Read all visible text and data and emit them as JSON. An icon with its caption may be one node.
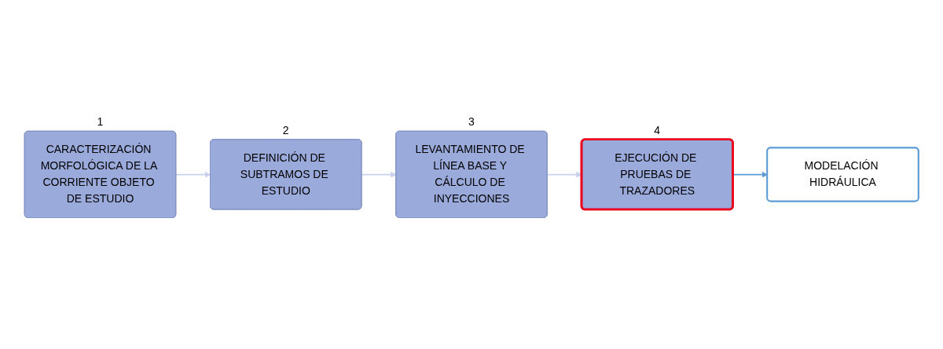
{
  "diagram": {
    "nodes": [
      {
        "text": [
          "CARACTERIZACIÓN MORFOLÓGICA DE LA CORRIENTE OBJETO DE ESTUDIO"
        ],
        "beside": [
          "1"
        ]
      },
      {
        "text": [
          "DEFINICIÓN DE SUBTRAMOS DE ESTUDIO"
        ],
        "beside": [
          "2"
        ]
      },
      {
        "text": [
          "LEVANTAMIENTO DE LÍNEA BASE Y CÁLCULO DE INYECCIONES"
        ],
        "beside": [
          "3"
        ]
      },
      {
        "text": [
          "EJECUCIÓN DE PRUEBAS DE TRAZADORES"
        ],
        "beside": [
          "4"
        ]
      },
      {
        "text": [
          "MODELACIÓN HIDRÁULICA"
        ]
      }
    ],
    "edges": [
      {
        "from": 0,
        "to": 1,
        "arrow": "to"
      },
      {
        "from": 1,
        "to": 2,
        "arrow": "to"
      },
      {
        "from": 2,
        "to": 3,
        "arrow": "to"
      },
      {
        "from": 3,
        "to": 4,
        "arrow": "to",
        "color": "#5b9bd5"
      }
    ]
  }
}
